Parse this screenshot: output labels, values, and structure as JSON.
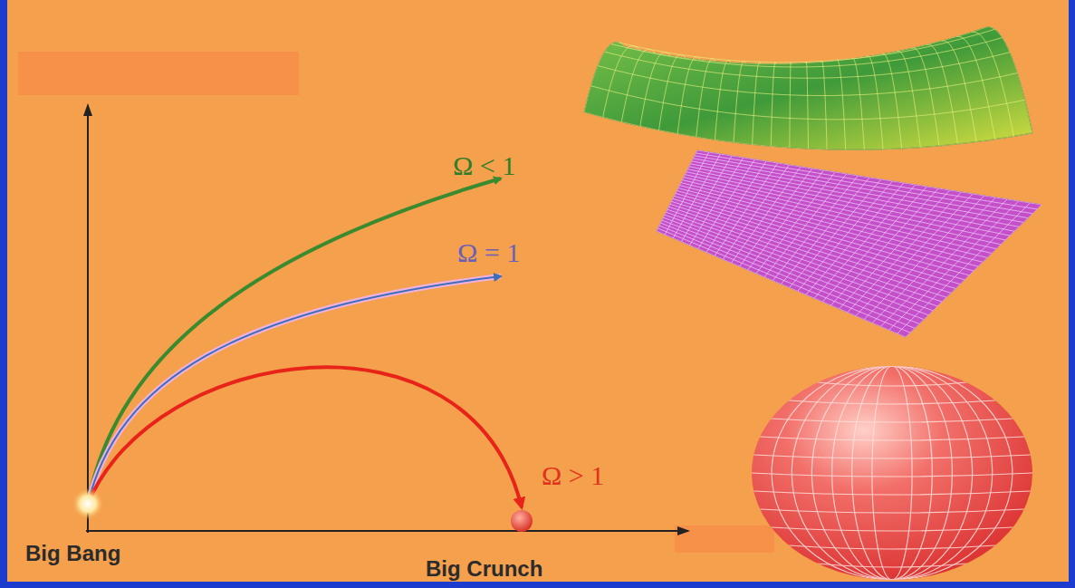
{
  "diagram": {
    "labels": [
      "Ω < 1",
      "Ω = 1",
      "Ω > 1",
      "Big Bang",
      "Big Crunch"
    ]
  }
}
